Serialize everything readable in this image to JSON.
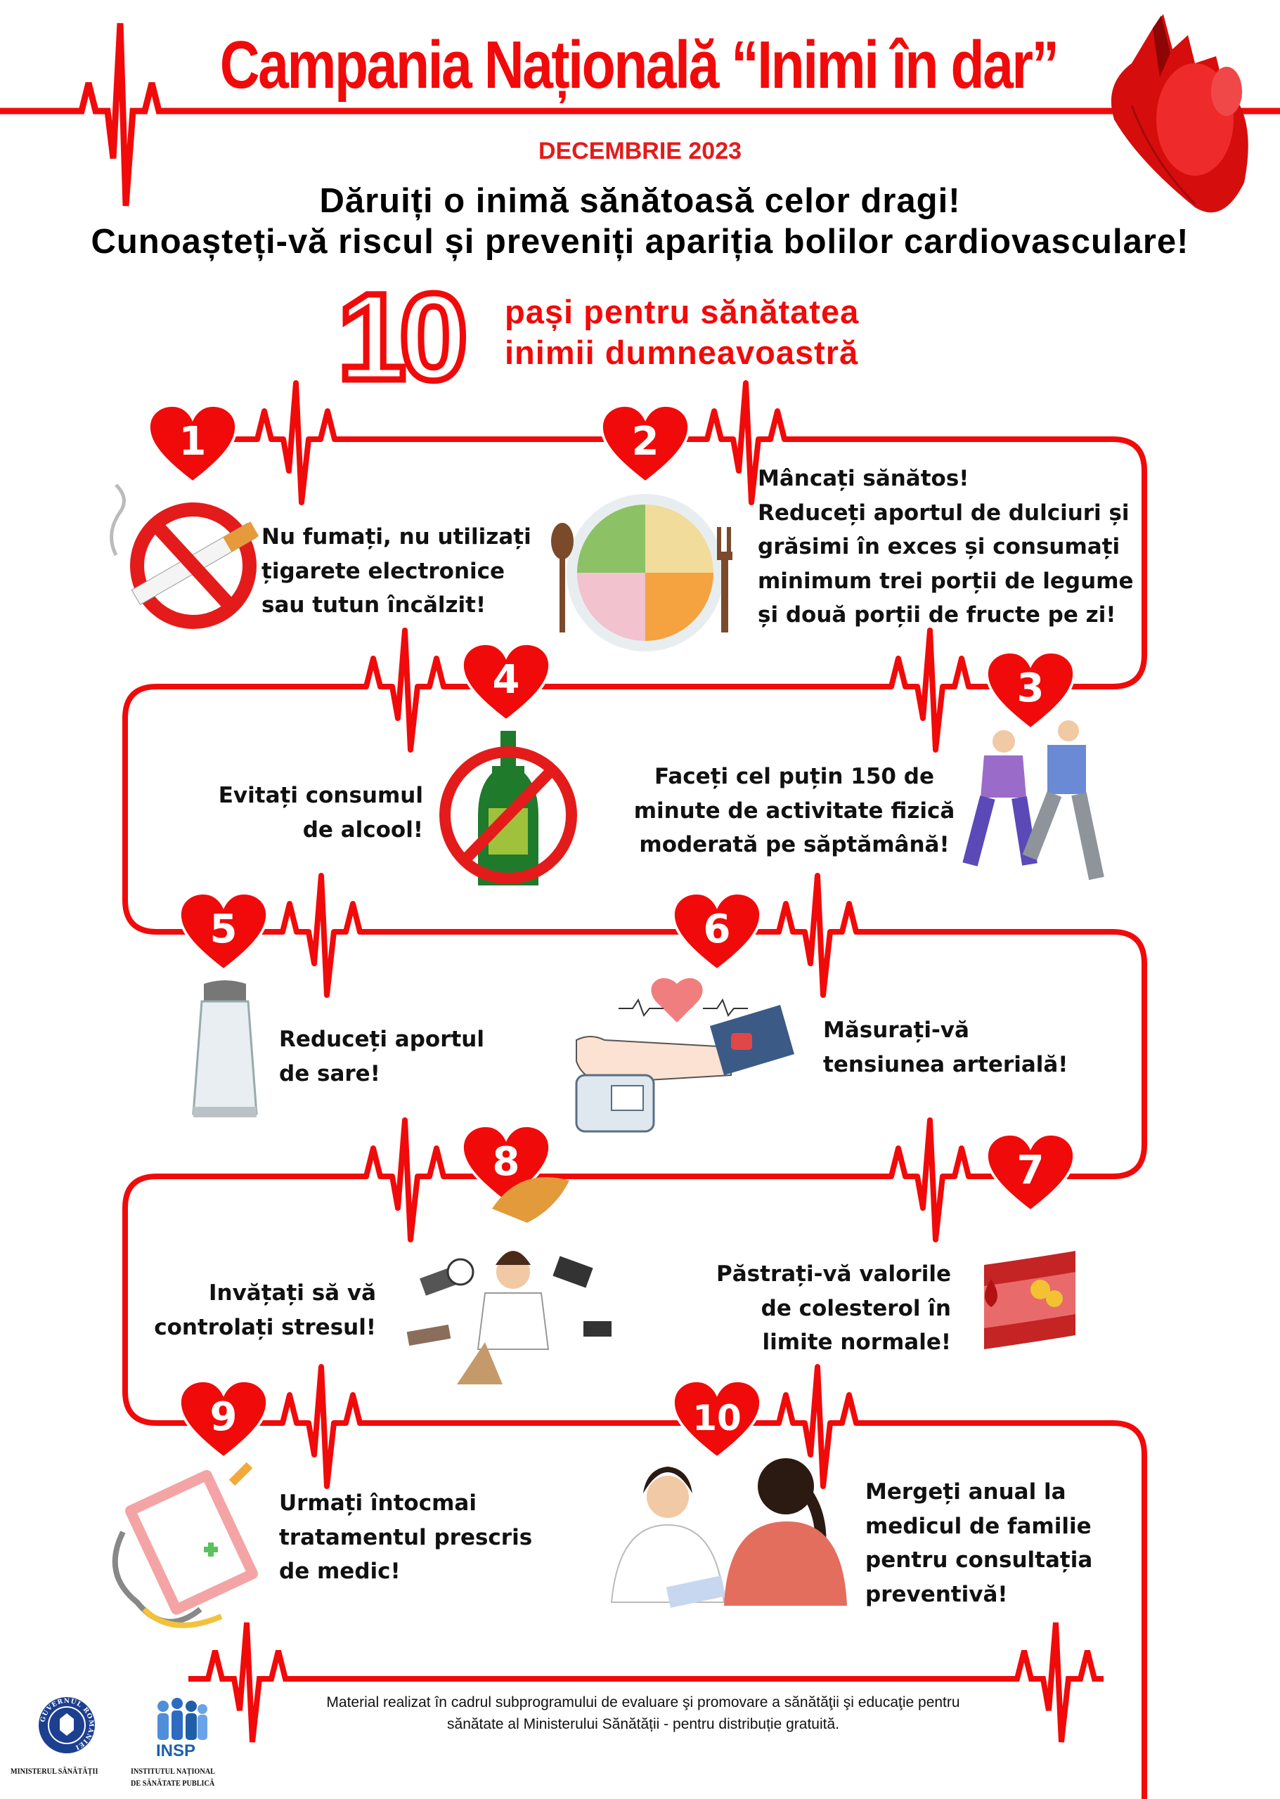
{
  "header": {
    "title": "Campania Națională “Inimi în dar”",
    "date": "DECEMBRIE 2023",
    "slogan_1": "Dăruiți o inimă sănătoasă celor dragi!",
    "slogan_2": "Cunoașteți-vă riscul și preveniți apariția bolilor cardiovasculare!",
    "big_number": "10",
    "subtitle_1": "pași pentru sănătatea",
    "subtitle_2": "inimii dumneavoastră"
  },
  "colors": {
    "accent": "#f10a0a",
    "text": "#111111",
    "insp_blue": "#1f5fa8"
  },
  "steps": [
    {
      "number": "1",
      "lines": [
        "Nu fumați, nu utilizați",
        "țigarete electronice",
        "sau tutun încălzit!"
      ],
      "icon": "no-smoking-icon"
    },
    {
      "number": "2",
      "lines": [
        "Mâncați sănătos!",
        "Reduceți aportul de  dulciuri și",
        "grăsimi în exces și consumați",
        "minimum trei porții de legume",
        "și două porții de fructe pe zi!"
      ],
      "icon": "healthy-plate-icon"
    },
    {
      "number": "3",
      "lines": [
        "Faceți cel puțin 150 de",
        "minute de activitate fizică",
        "moderată pe săptămână!"
      ],
      "icon": "walking-couple-icon"
    },
    {
      "number": "4",
      "lines": [
        "Evitați consumul",
        "de alcool!"
      ],
      "icon": "no-alcohol-icon"
    },
    {
      "number": "5",
      "lines": [
        "Reduceți aportul",
        "de sare!"
      ],
      "icon": "salt-shaker-icon"
    },
    {
      "number": "6",
      "lines": [
        "Măsurați-vă",
        "tensiunea arterială!"
      ],
      "icon": "blood-pressure-icon"
    },
    {
      "number": "7",
      "lines": [
        "Păstrați-vă valorile",
        "de colesterol în",
        "limite normale!"
      ],
      "icon": "artery-cholesterol-icon"
    },
    {
      "number": "8",
      "lines": [
        "Invățați să vă",
        "controlați stresul!"
      ],
      "icon": "stressed-person-icon"
    },
    {
      "number": "9",
      "lines": [
        "Urmați întocmai",
        "tratamentul prescris",
        "de medic!"
      ],
      "icon": "prescription-clipboard-icon"
    },
    {
      "number": "10",
      "lines": [
        "Mergeți anual la",
        "medicul de familie",
        "pentru consultația",
        "preventivă!"
      ],
      "icon": "doctor-consultation-icon"
    }
  ],
  "footer": {
    "line_1": "Material realizat în cadrul subprogramului de evaluare şi promovare a sănătăţii şi educaţie pentru",
    "line_2": "sănătate al Ministerului Sănătății -  pentru distribuție gratuită.",
    "ministry_label": "MINISTERUL SĂNĂTĂȚII",
    "insp_logo_text": "INSP",
    "insp_label_1": "INSTITUTUL NAȚIONAL",
    "insp_label_2": "DE SĂNĂTATE PUBLICĂ",
    "ministry_seal_text": "GUVERNUL ROMÂNIEI"
  }
}
